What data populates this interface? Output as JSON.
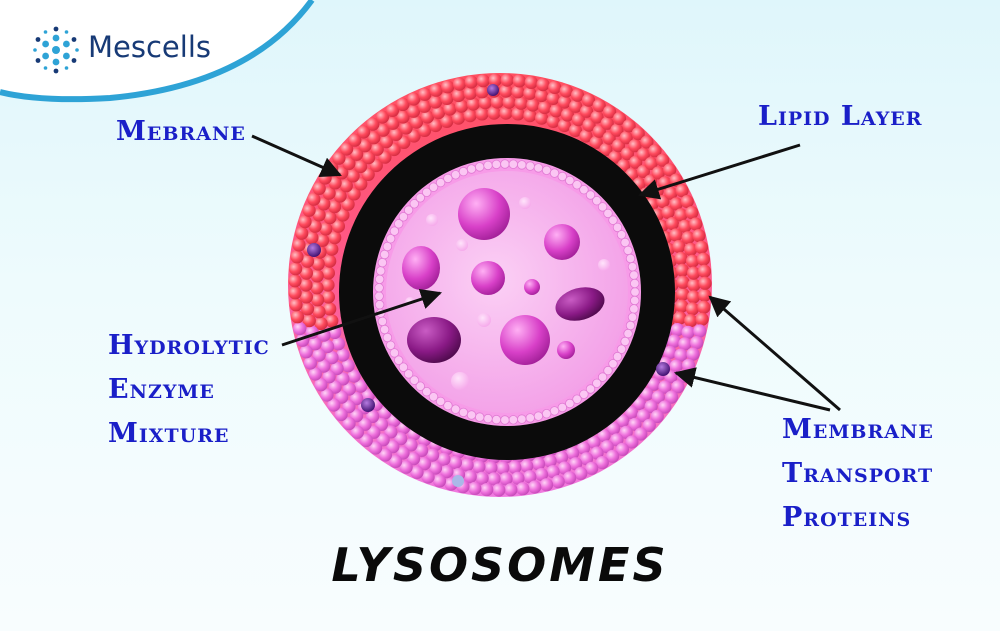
{
  "brand": {
    "name": "Mescells",
    "icon": "cell-cluster-icon",
    "color": "#173a76",
    "accent": "#2ea3d6"
  },
  "diagram": {
    "title": "LYSOSOMES",
    "labels": {
      "membrane": "Mebrane",
      "lipid_layer": "Lipid Layer",
      "hydrolytic": [
        "Hydrolytic",
        "Enzyme",
        "Mixture"
      ],
      "transport": [
        "Membrane",
        "Transport",
        "Proteins"
      ]
    }
  },
  "colors": {
    "label": "#1a1fc8",
    "outer_red": "#ff4d5e",
    "outer_pink": "#f27be0",
    "ring": "#0b0b0b",
    "lumen": "#f7b3ee",
    "vesicle": "#d63fc6"
  }
}
